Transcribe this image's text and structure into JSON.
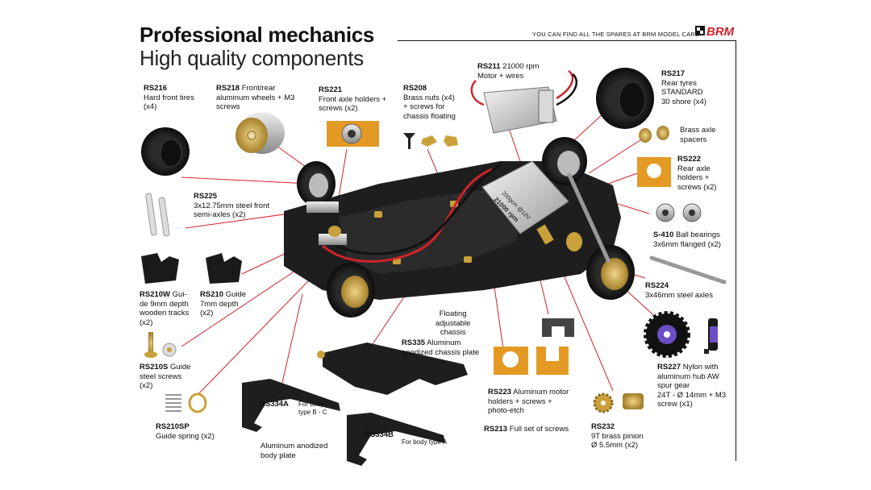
{
  "header": {
    "title": "Professional mechanics",
    "subtitle": "High quality components",
    "tagline": "YOU CAN FIND ALL THE SPARES AT BRM MODEL CARS",
    "brand": "BRM"
  },
  "parts": {
    "rs216": {
      "code": "RS216",
      "text": [
        "Hard front tires",
        "(x4)"
      ]
    },
    "rs218": {
      "code": "RS218",
      "text": [
        " Front/rear",
        "aluminum wheels + M3",
        "screws"
      ]
    },
    "rs221": {
      "code": "RS221",
      "text": [
        "Front axle holders +",
        "screws (x2)"
      ]
    },
    "rs208": {
      "code": "RS208",
      "text": [
        "Brass nuts (x4)",
        "+ screws for",
        "chassis floating"
      ]
    },
    "rs211": {
      "code": "RS211",
      "text": [
        " 21000 rpm",
        "Motor + wires"
      ]
    },
    "rs217": {
      "code": "RS217",
      "text": [
        "Rear tyres",
        "STANDARD",
        "30 shore (x4)"
      ]
    },
    "spacers": {
      "text": [
        "Brass axle",
        "spacers"
      ]
    },
    "rs222": {
      "code": "RS222",
      "text": [
        "Rear axle",
        "holders +",
        "screws (x2)"
      ]
    },
    "rs225": {
      "code": "RS225",
      "text": [
        "3x12.75mm steel front",
        "semi-axles (x2)"
      ]
    },
    "s410": {
      "code": "S-410",
      "text": [
        " Ball bearings",
        "3x6mm flanged (x2)"
      ]
    },
    "rs224": {
      "code": "RS224",
      "text": [
        "3x46mm steel axles"
      ]
    },
    "rs210w": {
      "code": "RS210W",
      "text": [
        " Gui-",
        "de 9mm depth",
        "wooden tracks",
        "(x2)"
      ]
    },
    "rs210": {
      "code": "RS210",
      "text": [
        " Guide",
        "7mm depth",
        "(x2)"
      ]
    },
    "floating": {
      "text": [
        "Floating",
        "adjustable",
        "chassis"
      ]
    },
    "rs335": {
      "code": "RS335",
      "text": [
        " Aluminum",
        "anodized chassis plate"
      ]
    },
    "rs210s": {
      "code": "RS210S",
      "text": [
        " Guide",
        "steel screws",
        "(x2)"
      ]
    },
    "rs227": {
      "code": "RS227",
      "text": [
        " Nylon with",
        "aluminum hub AW",
        "spur gear",
        "24T  - Ø 14mm + M3",
        "screw (x1)"
      ]
    },
    "rs223": {
      "code": "RS223",
      "text": [
        " Aluminum motor",
        "holders + screws +",
        "photo-etch"
      ]
    },
    "rs213": {
      "code": "RS213",
      "text": [
        " Full set of screws"
      ]
    },
    "rs232": {
      "code": "RS232",
      "text": [
        "9T brass pinion",
        "Ø 5.5mm (x2)"
      ]
    },
    "rs210sp": {
      "code": "RS210SP",
      "text": [
        "Guide spring (x2)"
      ]
    },
    "rs334a": {
      "code": "RS334A",
      "note": [
        "For body",
        "type B - C"
      ]
    },
    "rs334b": {
      "code": "RS334B",
      "note": [
        "For body type A"
      ]
    },
    "bodyplate": {
      "text": [
        "Aluminum anodized",
        "body plate"
      ]
    }
  },
  "motor_print": [
    "21000 rpm",
    "200gcm @12V"
  ],
  "colors": {
    "leader": "#d2232a",
    "chassis": "#1e1e1e",
    "brass": "#c9a13b",
    "orange": "#e39a24",
    "gear": "#6a4fc4"
  }
}
